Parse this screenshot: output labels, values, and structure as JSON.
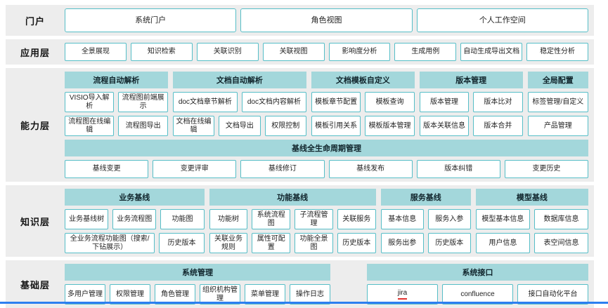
{
  "colors": {
    "band_background": "#ededed",
    "header_fill": "#a3d7db",
    "box_border": "#56bec7",
    "accent_bottom_bar": "#2d7ff0",
    "jira_underline": "#e0312e"
  },
  "layers": [
    {
      "id": "portal",
      "label": "门户",
      "sections": [
        {
          "type": "row",
          "style": "large",
          "boxes": [
            "系统门户",
            "角色视图",
            "个人工作空间"
          ]
        }
      ]
    },
    {
      "id": "application",
      "label": "应用层",
      "sections": [
        {
          "type": "row",
          "boxes": [
            "全景展现",
            "知识检索",
            "关联识别",
            "关联视图",
            "影响度分析",
            "生成用例",
            "自动生成导出文档",
            "稳定性分析"
          ]
        }
      ]
    },
    {
      "id": "capability",
      "label": "能力层",
      "sections": [
        {
          "type": "columns",
          "columns": [
            {
              "header": "流程自动解析",
              "flex": 1.7,
              "rows": [
                [
                  "VISIO导入解析",
                  "流程图前端展示"
                ],
                [
                  "流程图在线编辑",
                  "流程图导出"
                ]
              ]
            },
            {
              "header": "文档自动解析",
              "flex": 2.2,
              "rows": [
                [
                  "doc文档章节解析",
                  "doc文档内容解析"
                ],
                [
                  "文档在线编辑",
                  "文档导出",
                  "权限控制"
                ]
              ]
            },
            {
              "header": "文档模板自定义",
              "flex": 1.7,
              "rows": [
                [
                  "模板章节配置",
                  "模板查询"
                ],
                [
                  "模板引用关系",
                  "模板版本管理"
                ]
              ]
            },
            {
              "header": "版本管理",
              "flex": 1.7,
              "rows": [
                [
                  "版本管理",
                  "版本比对"
                ],
                [
                  "版本关联信息",
                  "版本合并"
                ]
              ]
            },
            {
              "header": "全局配置",
              "flex": 1.0,
              "rows": [
                [
                  "标签管理/自定义"
                ],
                [
                  "产品管理"
                ]
              ]
            }
          ]
        },
        {
          "type": "columns",
          "columns": [
            {
              "header": "基线全生命周期管理",
              "flex": 1,
              "rows": [
                [
                  "基线变更",
                  "变更评审",
                  "基线修订",
                  "基线发布",
                  "版本纠错",
                  "变更历史"
                ]
              ]
            }
          ]
        }
      ]
    },
    {
      "id": "knowledge",
      "label": "知识层",
      "sections": [
        {
          "type": "columns",
          "columns": [
            {
              "header": "业务基线",
              "flex": 1.55,
              "rows": [
                [
                  "业务基线树",
                  "业务流程图",
                  "功能图"
                ],
                [
                  {
                    "label": "全业务流程功能图（搜索/下钻展示）",
                    "flex": 2.1
                  },
                  "历史版本"
                ]
              ]
            },
            {
              "header": "功能基线",
              "flex": 1.85,
              "rows": [
                [
                  "功能树",
                  "系统流程图",
                  "子流程管理",
                  "关联服务"
                ],
                [
                  "关联业务规则",
                  "属性可配置",
                  "功能全景图",
                  "历史版本"
                ]
              ]
            },
            {
              "header": "服务基线",
              "flex": 1.0,
              "rows": [
                [
                  "基本信息",
                  "服务入参"
                ],
                [
                  "服务出参",
                  "历史版本"
                ]
              ]
            },
            {
              "header": "模型基线",
              "flex": 1.25,
              "rows": [
                [
                  "模型基本信息",
                  "数据库信息"
                ],
                [
                  "用户信息",
                  "表空间信息"
                ]
              ]
            }
          ]
        }
      ]
    },
    {
      "id": "foundation",
      "label": "基础层",
      "sections": [
        {
          "type": "columns",
          "columns": [
            {
              "header": "系统管理",
              "flex": 1.2,
              "rows": [
                [
                  "多用户管理",
                  "权限管理",
                  "角色管理",
                  "组织机构管理",
                  "菜单管理",
                  "操作日志"
                ]
              ]
            },
            {
              "header": "系统接口",
              "flex": 1.0,
              "rows": [
                [
                  {
                    "label": "jira",
                    "underline": true
                  },
                  "confluence",
                  "接口自动化平台"
                ]
              ]
            }
          ]
        }
      ]
    }
  ]
}
